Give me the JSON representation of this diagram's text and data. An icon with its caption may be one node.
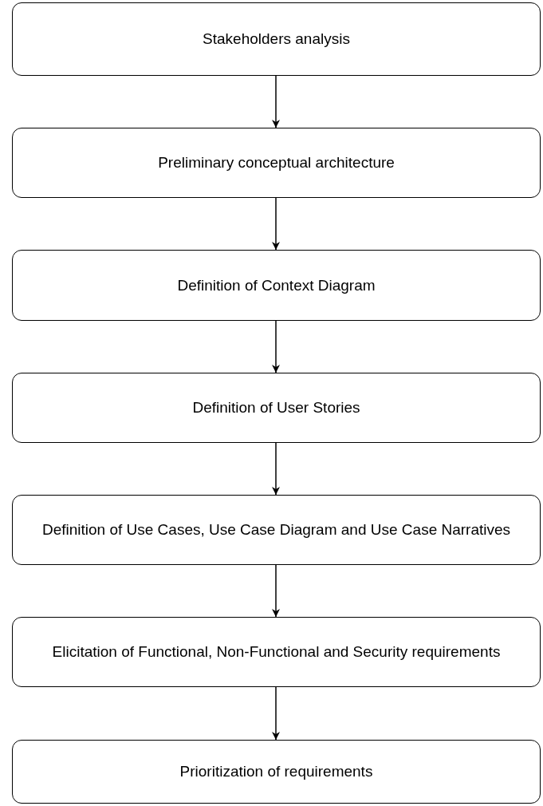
{
  "diagram": {
    "nodes": [
      {
        "text": [
          "Stakeholders analysis"
        ]
      },
      {
        "text": [
          "Preliminary conceptual architecture"
        ]
      },
      {
        "text": [
          "Definition of Context Diagram"
        ]
      },
      {
        "text": [
          "Definition of User Stories"
        ]
      },
      {
        "text": [
          "Definition of Use Cases, Use Case Diagram and Use Case Narratives"
        ]
      },
      {
        "text": [
          "Elicitation of Functional, Non-Functional and Security requirements"
        ]
      },
      {
        "text": [
          "Prioritization of requirements"
        ]
      }
    ],
    "edges": [
      {
        "from": 0,
        "to": 1,
        "arrow": "to"
      },
      {
        "from": 1,
        "to": 2,
        "arrow": "to"
      },
      {
        "from": 2,
        "to": 3,
        "arrow": "to"
      },
      {
        "from": 3,
        "to": 4,
        "arrow": "to"
      },
      {
        "from": 4,
        "to": 5,
        "arrow": "to"
      },
      {
        "from": 5,
        "to": 6,
        "arrow": "to"
      }
    ]
  }
}
